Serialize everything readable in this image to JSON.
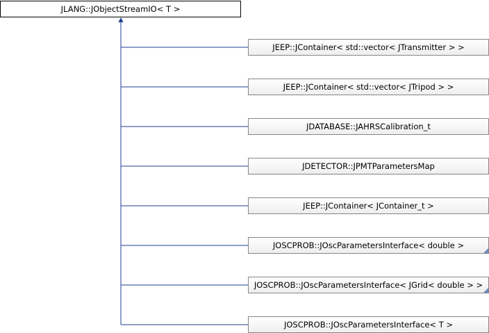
{
  "root": {
    "label": "JLANG::JObjectStreamIO< T >"
  },
  "children": [
    {
      "label": "JEEP::JContainer< std::vector< JTransmitter > >",
      "truncated": false
    },
    {
      "label": "JEEP::JContainer< std::vector< JTripod > >",
      "truncated": false
    },
    {
      "label": "JDATABASE::JAHRSCalibration_t",
      "truncated": false
    },
    {
      "label": "JDETECTOR::JPMTParametersMap",
      "truncated": false
    },
    {
      "label": "JEEP::JContainer< JContainer_t >",
      "truncated": false
    },
    {
      "label": "JOSCPROB::JOscParametersInterface< double >",
      "truncated": true
    },
    {
      "label": "JOSCPROB::JOscParametersInterface< JGrid< double > >",
      "truncated": true
    },
    {
      "label": "JOSCPROB::JOscParametersInterface< T >",
      "truncated": false
    }
  ],
  "colors": {
    "edge": "#1f3f8f",
    "border": "#868686",
    "fold_marker": "#6b8cc4"
  }
}
